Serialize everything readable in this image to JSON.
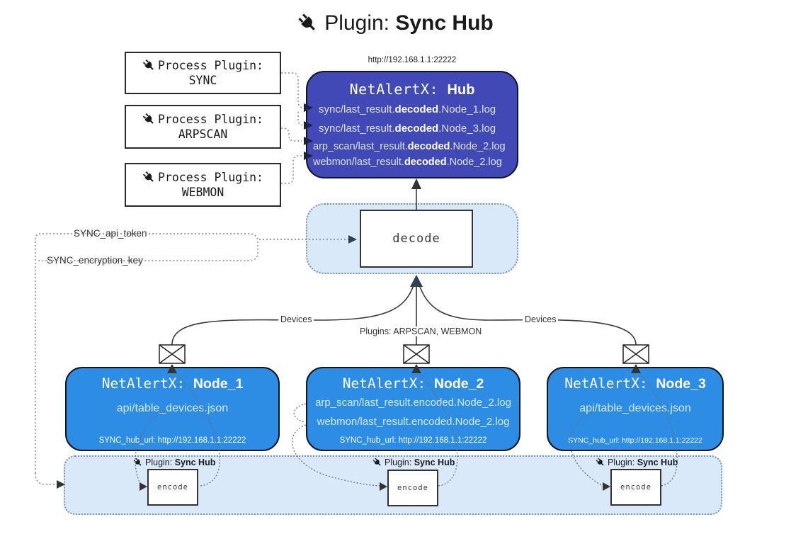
{
  "title": {
    "prefix": "Plugin: ",
    "bold": "Sync Hub"
  },
  "hub": {
    "url": "http://192.168.1.1:22222",
    "title_prefix": "NetAlertX: ",
    "title_bold": "Hub",
    "lines": [
      {
        "pre": "sync/last_result.",
        "bold": "decoded",
        "post": ".Node_1.log"
      },
      {
        "pre": "sync/last_result.",
        "bold": "decoded",
        "post": ".Node_3.log"
      },
      {
        "pre": "arp_scan/last_result.",
        "bold": "decoded",
        "post": ".Node_2.log"
      },
      {
        "pre": "webmon/last_result.",
        "bold": "decoded",
        "post": ".Node_2.log"
      }
    ]
  },
  "process_plugins": [
    {
      "label": "Process Plugin:",
      "name": "SYNC"
    },
    {
      "label": "Process Plugin:",
      "name": "ARPSCAN"
    },
    {
      "label": "Process Plugin:",
      "name": "WEBMON"
    }
  ],
  "decode": {
    "label": "decode"
  },
  "tokens": {
    "api_token": "SYNC_api_token",
    "encryption_key": "SYNC_encryption_key"
  },
  "edges": {
    "devices_left": "Devices",
    "devices_right": "Devices",
    "plugins_center": "Plugins: ARPSCAN, WEBMON"
  },
  "nodes": [
    {
      "title_prefix": "NetAlertX: ",
      "title_bold": "Node_1",
      "files": [
        "api/table_devices.json"
      ],
      "hub_url": "SYNC_hub_url: http://192.168.1.1:22222"
    },
    {
      "title_prefix": "NetAlertX: ",
      "title_bold": "Node_2",
      "files": [
        "arp_scan/last_result.encoded.Node_2.log",
        "webmon/last_result.encoded.Node_2.log"
      ],
      "hub_url": "SYNC_hub_url: http://192.168.1.1:22222"
    },
    {
      "title_prefix": "NetAlertX: ",
      "title_bold": "Node_3",
      "files": [
        "api/table_devices.json"
      ],
      "hub_url": "SYNC_hub_url: http://192.168.1.1:22222"
    }
  ],
  "encoders": [
    {
      "label_prefix": "Plugin: ",
      "label_bold": "Sync Hub",
      "box": "encode"
    },
    {
      "label_prefix": "Plugin: ",
      "label_bold": "Sync Hub",
      "box": "encode"
    },
    {
      "label_prefix": "Plugin: ",
      "label_bold": "Sync Hub",
      "box": "encode"
    }
  ],
  "colors": {
    "hub_fill": "#4049b5",
    "node_fill": "#2d8de4",
    "panel_fill": "#d9e9fa",
    "panel_border": "#7a93ad",
    "line": "#3a3a3a",
    "dotted": "#808080",
    "arrow_dark": "#2f4155"
  }
}
